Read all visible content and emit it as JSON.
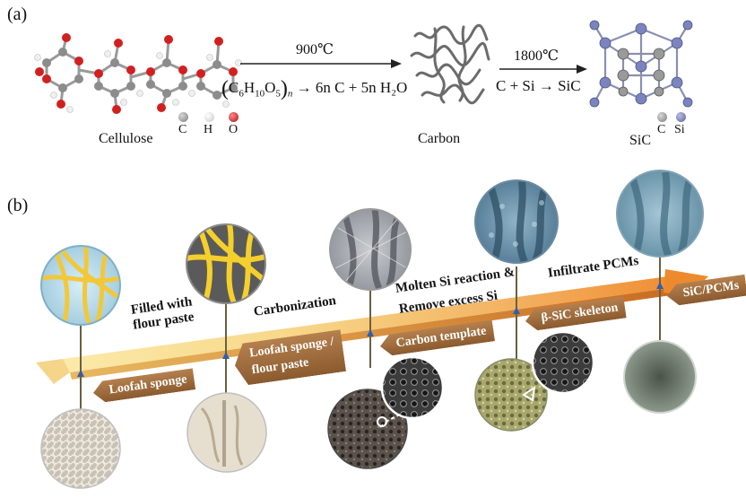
{
  "panel_a": {
    "label": "(a)",
    "cellulose_label": "Cellulose",
    "legend_cellulose": [
      "C",
      "H",
      "O"
    ],
    "step1_temp": "900℃",
    "step1_reaction": {
      "lhs_prefix": "(C",
      "c_sub": "6",
      "h": "H",
      "h_sub": "10",
      "o": "O",
      "o_sub": "5",
      "n": "n",
      "rhs": "→ 6n C + 5n H₂O"
    },
    "carbon_label": "Carbon",
    "step2_temp": "1800℃",
    "step2_reaction": "C + Si → SiC",
    "sic_label": "SiC",
    "legend_sic": [
      "C",
      "Si"
    ],
    "colors": {
      "carbon": "#8f8f8f",
      "hydrogen": "#e8e8e8",
      "oxygen": "#d02020",
      "silicon": "#7d84b8"
    }
  },
  "panel_b": {
    "label": "(b)",
    "ribbon_steps": [
      "Filled with flour paste",
      "Carbonization",
      "Molten Si reaction &",
      "Remove excess Si",
      "Infiltrate PCMs"
    ],
    "tags": [
      "Loofah sponge",
      "Loofah sponge / flour paste",
      "Carbon template",
      "β-SiC skeleton",
      "SiC/PCMs"
    ],
    "colors": {
      "ribbon": "#f0a248",
      "ribbon_light": "#fbe7a8",
      "tag": "#9a6a3c"
    }
  }
}
